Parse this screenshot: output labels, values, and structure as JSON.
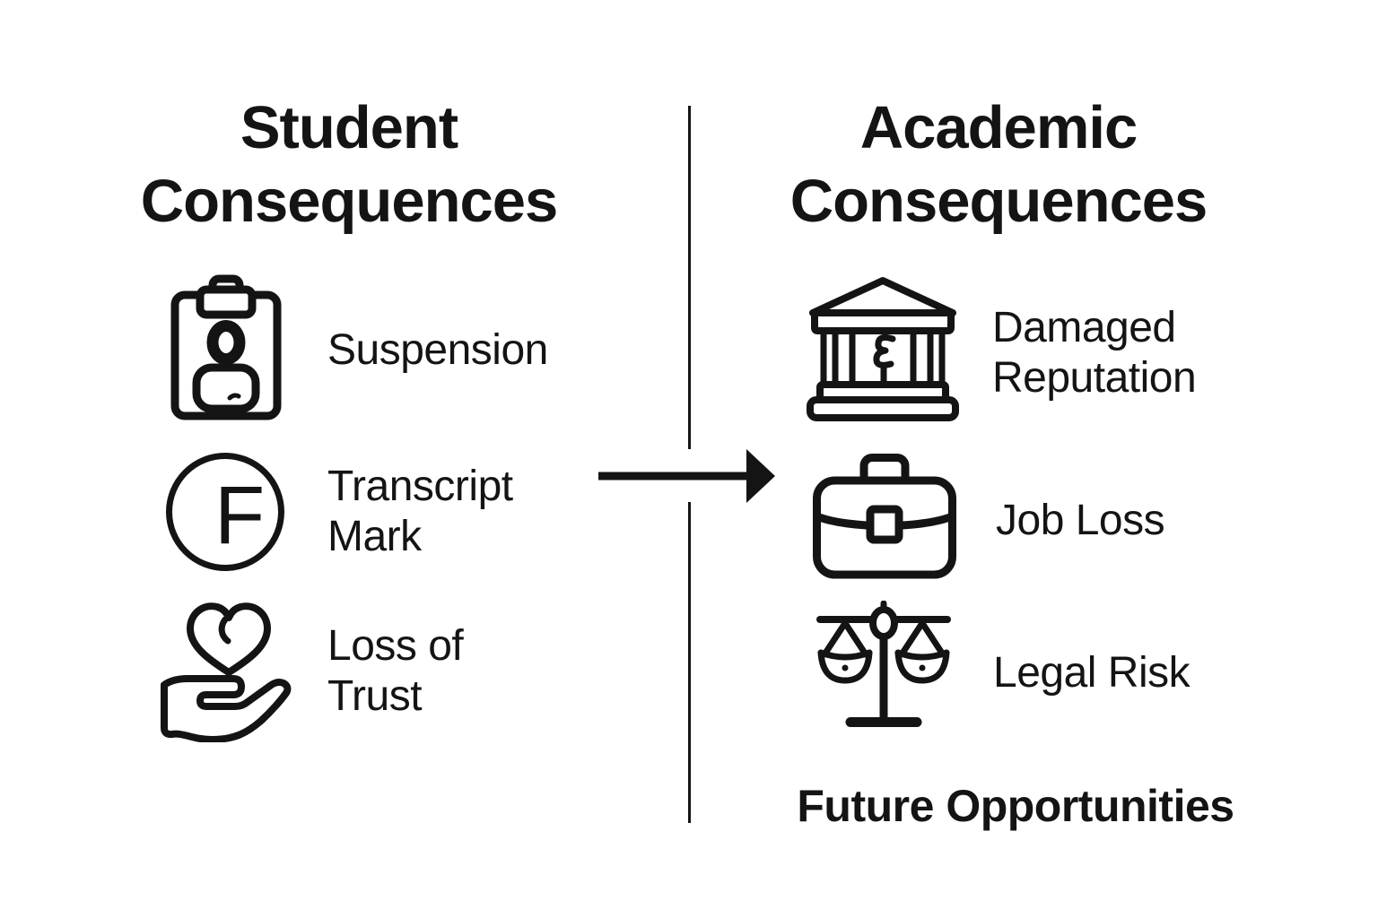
{
  "colors": {
    "ink": "#141414",
    "background": "#ffffff"
  },
  "left_column": {
    "title": "Student\nConsequences",
    "items": [
      {
        "icon": "clipboard-person-icon",
        "label": "Suspension"
      },
      {
        "icon": "f-grade-circle-icon",
        "icon_text": "F",
        "label": "Transcript\nMark"
      },
      {
        "icon": "heart-in-hand-icon",
        "label": "Loss of\nTrust"
      }
    ]
  },
  "right_column": {
    "title": "Academic\nConsequences",
    "items": [
      {
        "icon": "bank-building-icon",
        "label": "Damaged\nReputation"
      },
      {
        "icon": "briefcase-icon",
        "label": "Job Loss"
      },
      {
        "icon": "scales-of-justice-icon",
        "label": "Legal Risk"
      }
    ],
    "footer": "Future Opportunities"
  },
  "divider": {
    "type": "vertical-line"
  },
  "arrow": {
    "direction": "right"
  }
}
